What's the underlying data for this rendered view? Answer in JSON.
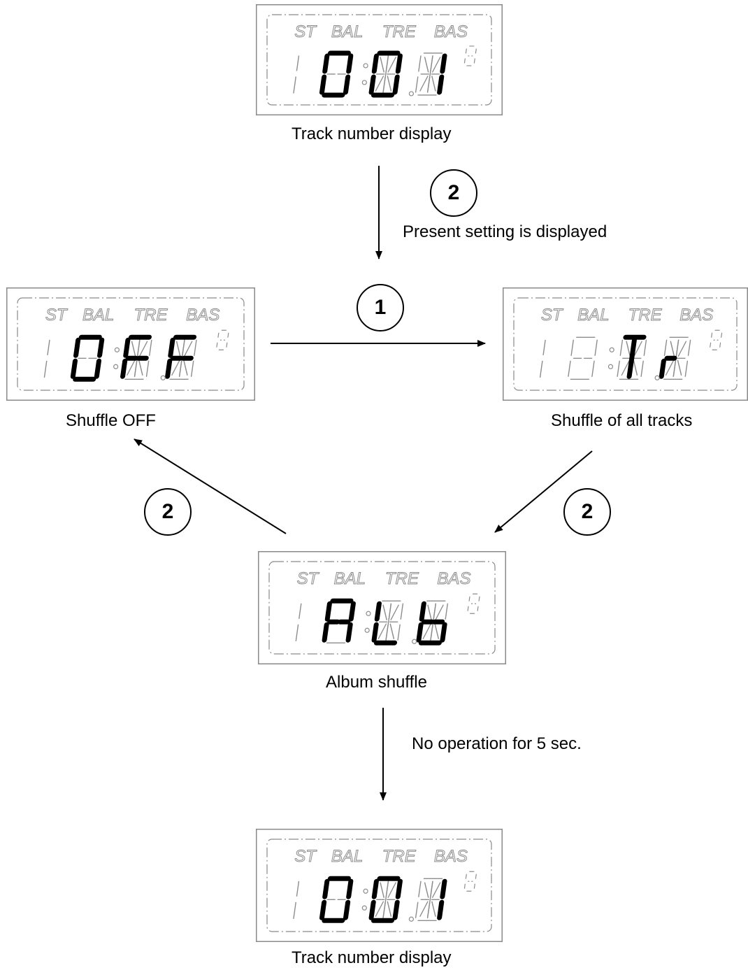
{
  "indicators": [
    "ST",
    "BAL",
    "TRE",
    "BAS"
  ],
  "screens": [
    {
      "id": "top",
      "caption": "Track number display",
      "lit": [
        "0",
        "0",
        "1"
      ]
    },
    {
      "id": "off",
      "caption": "Shuffle OFF",
      "lit": [
        "O",
        "F",
        "F"
      ]
    },
    {
      "id": "all",
      "caption": "Shuffle of all tracks",
      "lit": [
        "",
        "T",
        "r"
      ]
    },
    {
      "id": "album",
      "caption": "Album shuffle",
      "lit": [
        "A",
        "L",
        "b"
      ]
    },
    {
      "id": "bottom",
      "caption": "Track number display",
      "lit": [
        "0",
        "0",
        "1"
      ]
    }
  ],
  "steps": {
    "top": "2",
    "middle": "1",
    "left": "2",
    "right": "2"
  },
  "notes": {
    "present_setting": "Present setting is displayed",
    "no_operation": "No operation for 5 sec."
  }
}
